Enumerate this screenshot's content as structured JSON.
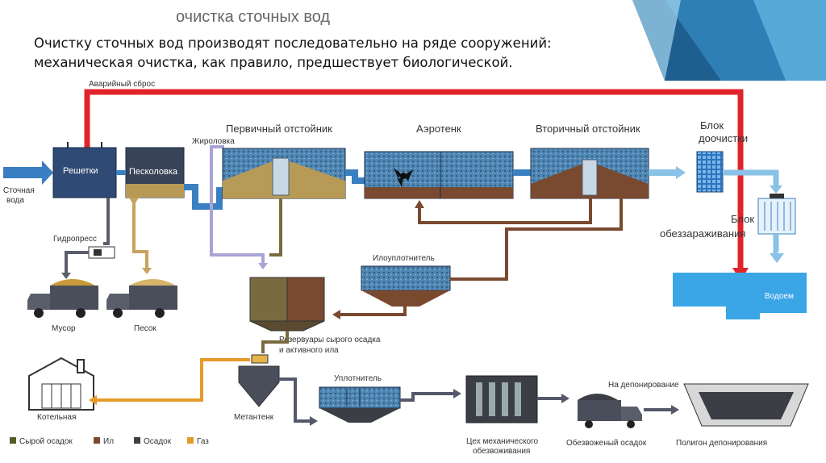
{
  "slide": {
    "title": "очистка сточных вод",
    "text": "Очистку сточных вод производят последовательно на ряде сооружений: механическая очистка, как правило, предшествует биологической."
  },
  "diagram": {
    "labels": {
      "emergency": "Аварийный сброс",
      "inflow_1": "Сточная",
      "inflow_2": "вода",
      "screens": "Решетки",
      "sand_trap": "Песколовка",
      "grease_trap": "Жироловка",
      "primary": "Первичный отстойник",
      "aerotank": "Аэротенк",
      "secondary": "Вторичный отстойник",
      "post_1": "Блок",
      "post_2": "доочистки",
      "disinf_1": "Блок",
      "disinf_2": "обеззараживания",
      "water_body": "Водоем",
      "press": "Гидропресс",
      "garbage": "Мусор",
      "sand": "Песок",
      "thickener1": "Илоуплотнитель",
      "res_1": "Резервуары сырого осадка",
      "res_2": "и активного ила",
      "boiler": "Котельная",
      "digester": "Метантенк",
      "thickener2": "Уплотнитель",
      "dewater_1": "Цех механического",
      "dewater_2": "обезвоживания",
      "to_disposal": "На депонирование",
      "dewatered": "Обезвоженый осадок",
      "landfill": "Полигон депонирования"
    },
    "legend": [
      {
        "label": "Сырой осадок",
        "color": "#5a5a26"
      },
      {
        "label": "Ил",
        "color": "#7a4a30"
      },
      {
        "label": "Осадок",
        "color": "#3b3e45"
      },
      {
        "label": "Газ",
        "color": "#e69a2a"
      }
    ],
    "colors": {
      "emergency": "#e0242a",
      "water": "#3a7fc2",
      "light_water": "#89c2e6",
      "grease": "#a9a4d4",
      "sludge": "#7a6a40",
      "silt": "#7a4a30",
      "gas": "#e69a2a",
      "precip": "#55586a"
    }
  }
}
